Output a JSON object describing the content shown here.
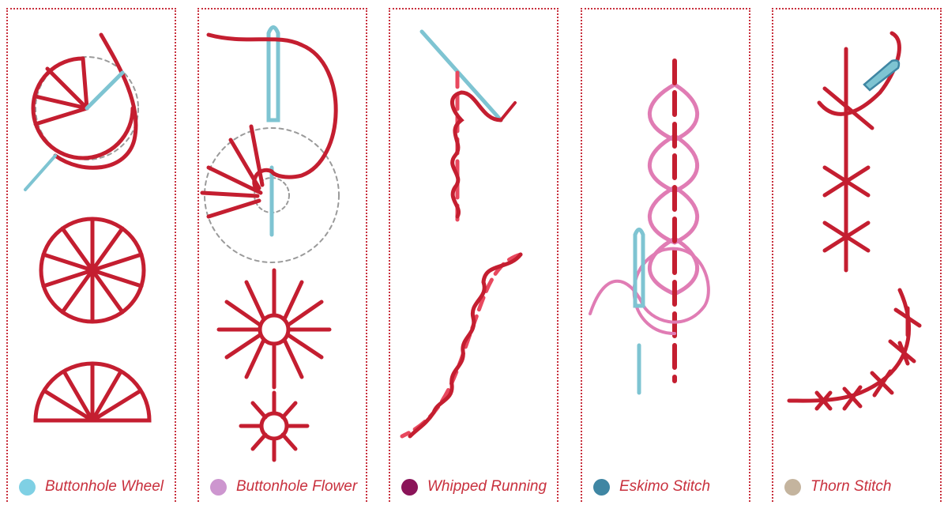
{
  "colors": {
    "thread": "#c41e30",
    "needle": "#7ec4d2",
    "pink_thread": "#e07cb4",
    "guide": "#9a9a9a",
    "border": "#c8303d",
    "label": "#c8303d"
  },
  "panels": [
    {
      "label": "Buttonhole Wheel",
      "dot_color": "#7fd0e4"
    },
    {
      "label": "Buttonhole Flower",
      "dot_color": "#cd96cf"
    },
    {
      "label": "Whipped Running",
      "dot_color": "#8b1459"
    },
    {
      "label": "Eskimo Stitch",
      "dot_color": "#3f86a3"
    },
    {
      "label": "Thorn Stitch",
      "dot_color": "#c4b49e"
    }
  ]
}
